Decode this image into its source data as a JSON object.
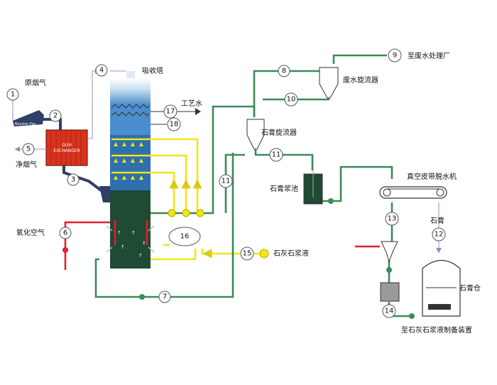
{
  "labels": {
    "raw_flue_gas": "原烟气",
    "absorber": "吸收塔",
    "process_water": "工艺水",
    "clean_flue_gas": "净烟气",
    "oxidation_air": "氧化空气",
    "limestone_slurry": "石灰石浆液",
    "gypsum_cyclone": "石膏旋流器",
    "wastewater_cyclone": "废水旋流器",
    "to_wastewater_plant": "至废水处理厂",
    "gypsum_slurry_tank": "石膏浆池",
    "vacuum_belt": "真空皮带脱水机",
    "gypsum": "石膏",
    "gypsum_silo": "石膏仓",
    "to_limestone_prep": "至石灰石浆液制备装置",
    "fan_text": "Booster Fan",
    "ggh_line1": "GGH",
    "ggh_line2": "EXCHANGER"
  },
  "numbers": {
    "n1": "1",
    "n2": "2",
    "n3": "3",
    "n4": "4",
    "n5": "5",
    "n6": "6",
    "n7": "7",
    "n8": "8",
    "n9": "9",
    "n10": "10",
    "n11a": "11",
    "n11b": "11",
    "n12": "12",
    "n13": "13",
    "n14": "14",
    "n15": "15",
    "n16": "16",
    "n17": "17",
    "n18": "18"
  },
  "colors": {
    "slurry_line": "#3b8a5a",
    "spray_line": "#f2e516",
    "air_line": "#e0202c",
    "gas_line": "#2f3f66",
    "tower_body": "#1f4a34",
    "heat_exchanger": "#d8331d"
  }
}
